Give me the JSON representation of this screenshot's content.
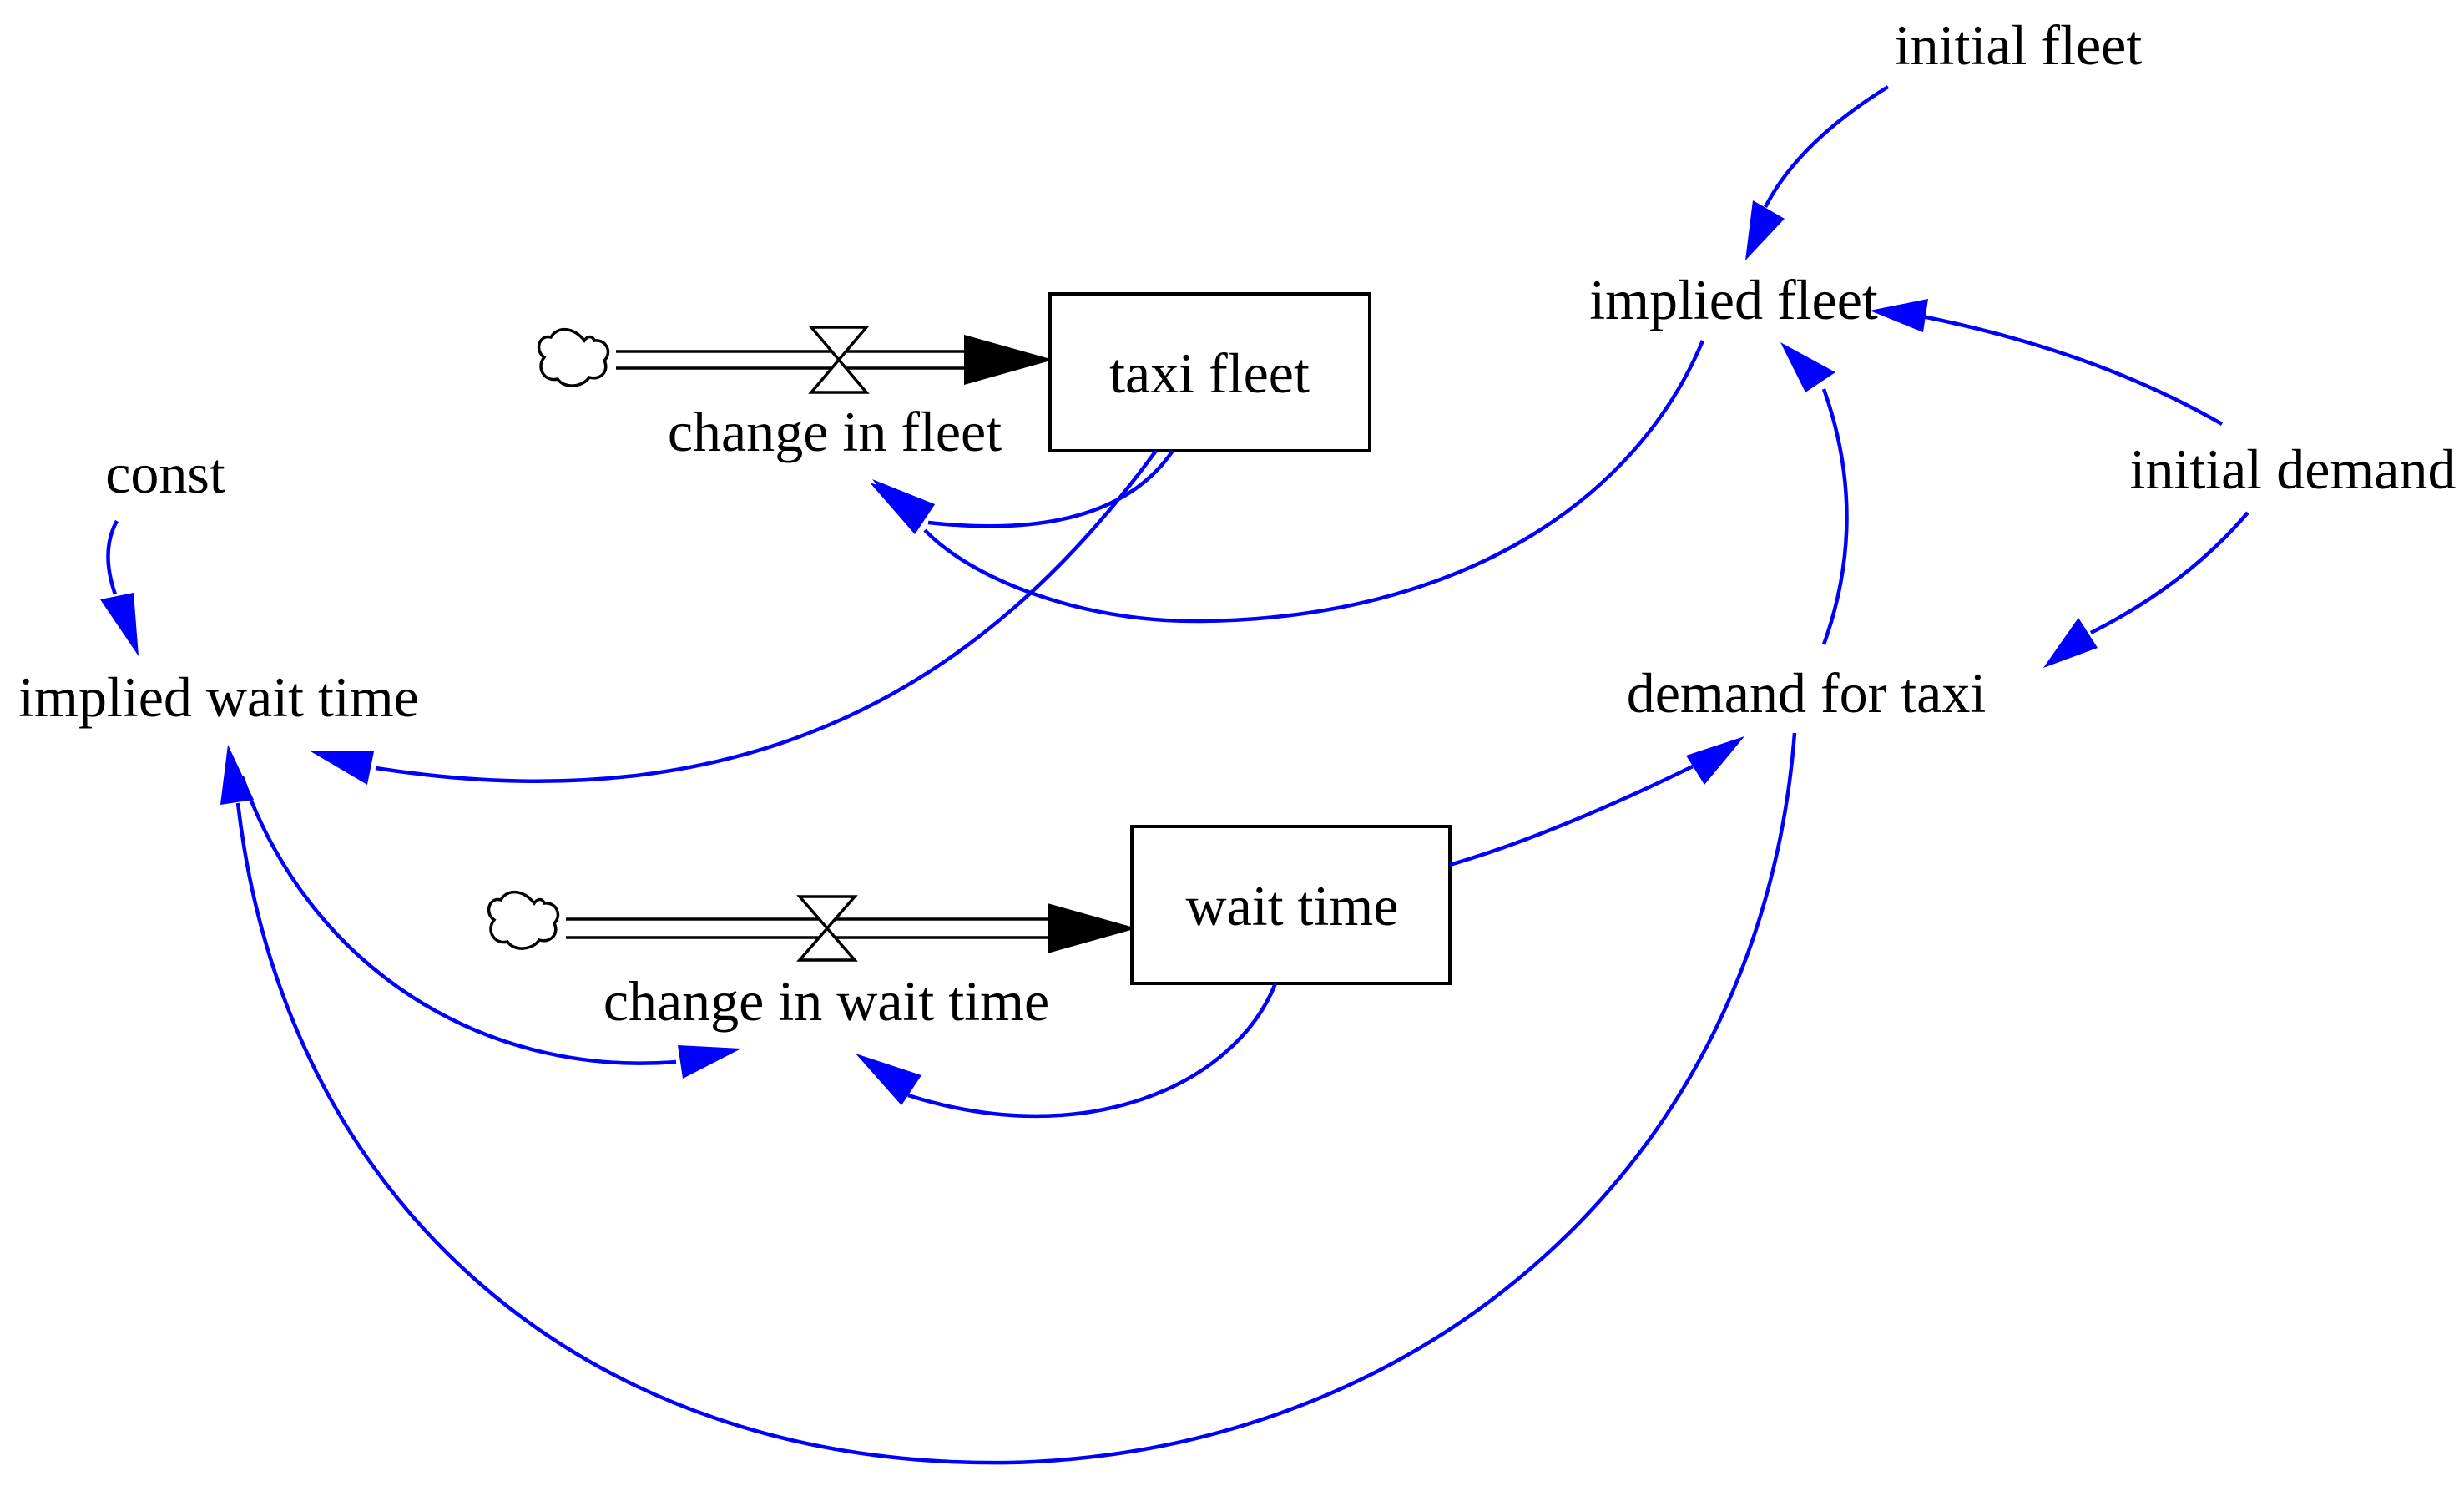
{
  "colors": {
    "link": "#0000ff",
    "flow": "#000000",
    "background": "#ffffff"
  },
  "stocks": {
    "taxi_fleet": "taxi fleet",
    "wait_time": "wait time"
  },
  "flows": {
    "change_in_fleet": "change in fleet",
    "change_in_wait_time": "change in wait time"
  },
  "variables": {
    "initial_fleet": "initial fleet",
    "implied_fleet": "implied fleet",
    "initial_demand": "initial demand",
    "demand_for_taxi": "demand for taxi",
    "const": "const",
    "implied_wait_time": "implied wait time"
  },
  "links": [
    {
      "from": "initial fleet",
      "to": "implied fleet"
    },
    {
      "from": "initial demand",
      "to": "implied fleet"
    },
    {
      "from": "initial demand",
      "to": "demand for taxi"
    },
    {
      "from": "demand for taxi",
      "to": "implied fleet"
    },
    {
      "from": "implied fleet",
      "to": "change in fleet"
    },
    {
      "from": "taxi fleet",
      "to": "change in fleet"
    },
    {
      "from": "taxi fleet",
      "to": "implied wait time"
    },
    {
      "from": "const",
      "to": "implied wait time"
    },
    {
      "from": "demand for taxi",
      "to": "implied wait time"
    },
    {
      "from": "implied wait time",
      "to": "change in wait time"
    },
    {
      "from": "wait time",
      "to": "change in wait time"
    },
    {
      "from": "wait time",
      "to": "demand for taxi"
    }
  ]
}
